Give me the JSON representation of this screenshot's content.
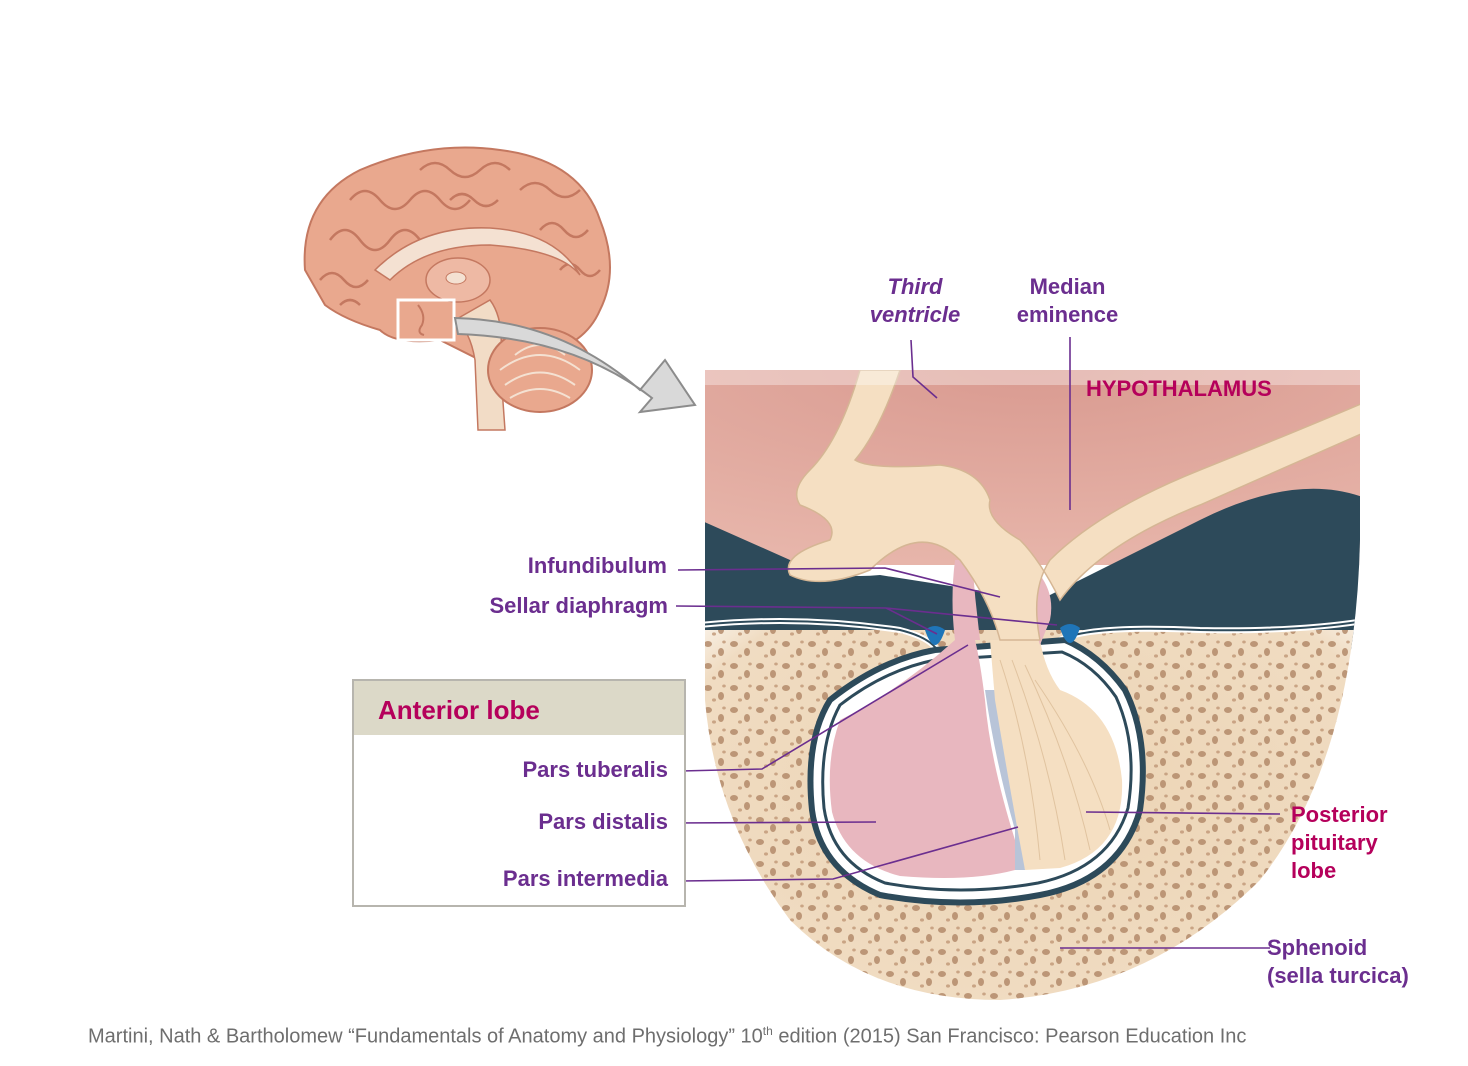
{
  "labels": {
    "third_ventricle_line1": "Third",
    "third_ventricle_line2": "ventricle",
    "median_eminence_line1": "Median",
    "median_eminence_line2": "eminence",
    "hypothalamus": "HYPOTHALAMUS",
    "infundibulum": "Infundibulum",
    "sellar_diaphragm": "Sellar diaphragm",
    "anterior_lobe": "Anterior lobe",
    "pars_tuberalis": "Pars tuberalis",
    "pars_distalis": "Pars distalis",
    "pars_intermedia": "Pars intermedia",
    "posterior_line1": "Posterior",
    "posterior_line2": "pituitary",
    "posterior_line3": "lobe",
    "sphenoid_line1": "Sphenoid",
    "sphenoid_line2": "(sella turcica)"
  },
  "credit": {
    "before_sup": "Martini, Nath & Bartholomew “Fundamentals of Anatomy and Physiology” 10",
    "sup": "th",
    "after_sup": " edition (2015) San Francisco: Pearson Education Inc"
  },
  "colors": {
    "label_purple": "#6b2e8f",
    "label_magenta": "#b5005b",
    "leader_line": "#6b2e8f",
    "brain_tissue": "#e9a88e",
    "hypothalamus_tissue": "#dba39a",
    "dark_space": "#2d4a5a",
    "bone": "#ecd4b4",
    "anterior_lobe_fill": "#e8b7bf",
    "posterior_lobe_fill": "#f5dfc2"
  }
}
